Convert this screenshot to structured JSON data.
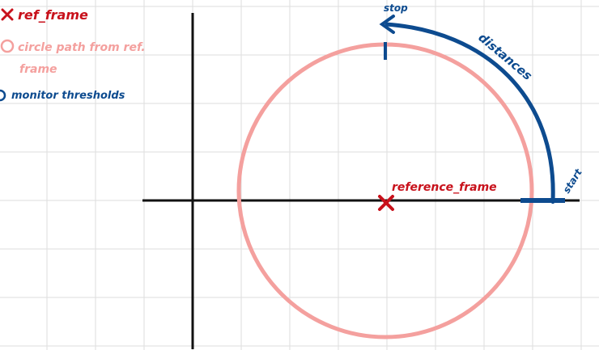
{
  "legend": {
    "ref_frame_label": "ref_frame",
    "circle_path_label_line1": "circle path from ref.",
    "circle_path_label_line2": "frame",
    "monitor_thresholds_label": "monitor thresholds"
  },
  "annotations": {
    "reference_frame_label": "reference_frame",
    "stop_label": "stop",
    "start_label": "start",
    "distances_label": "distances"
  },
  "colors": {
    "background": "#ffffff",
    "grid": "#dddddd",
    "axes": "#111111",
    "ref_frame": "#c8111b",
    "circle_path": "#f4a09e",
    "thresholds": "#0d4b8f"
  }
}
